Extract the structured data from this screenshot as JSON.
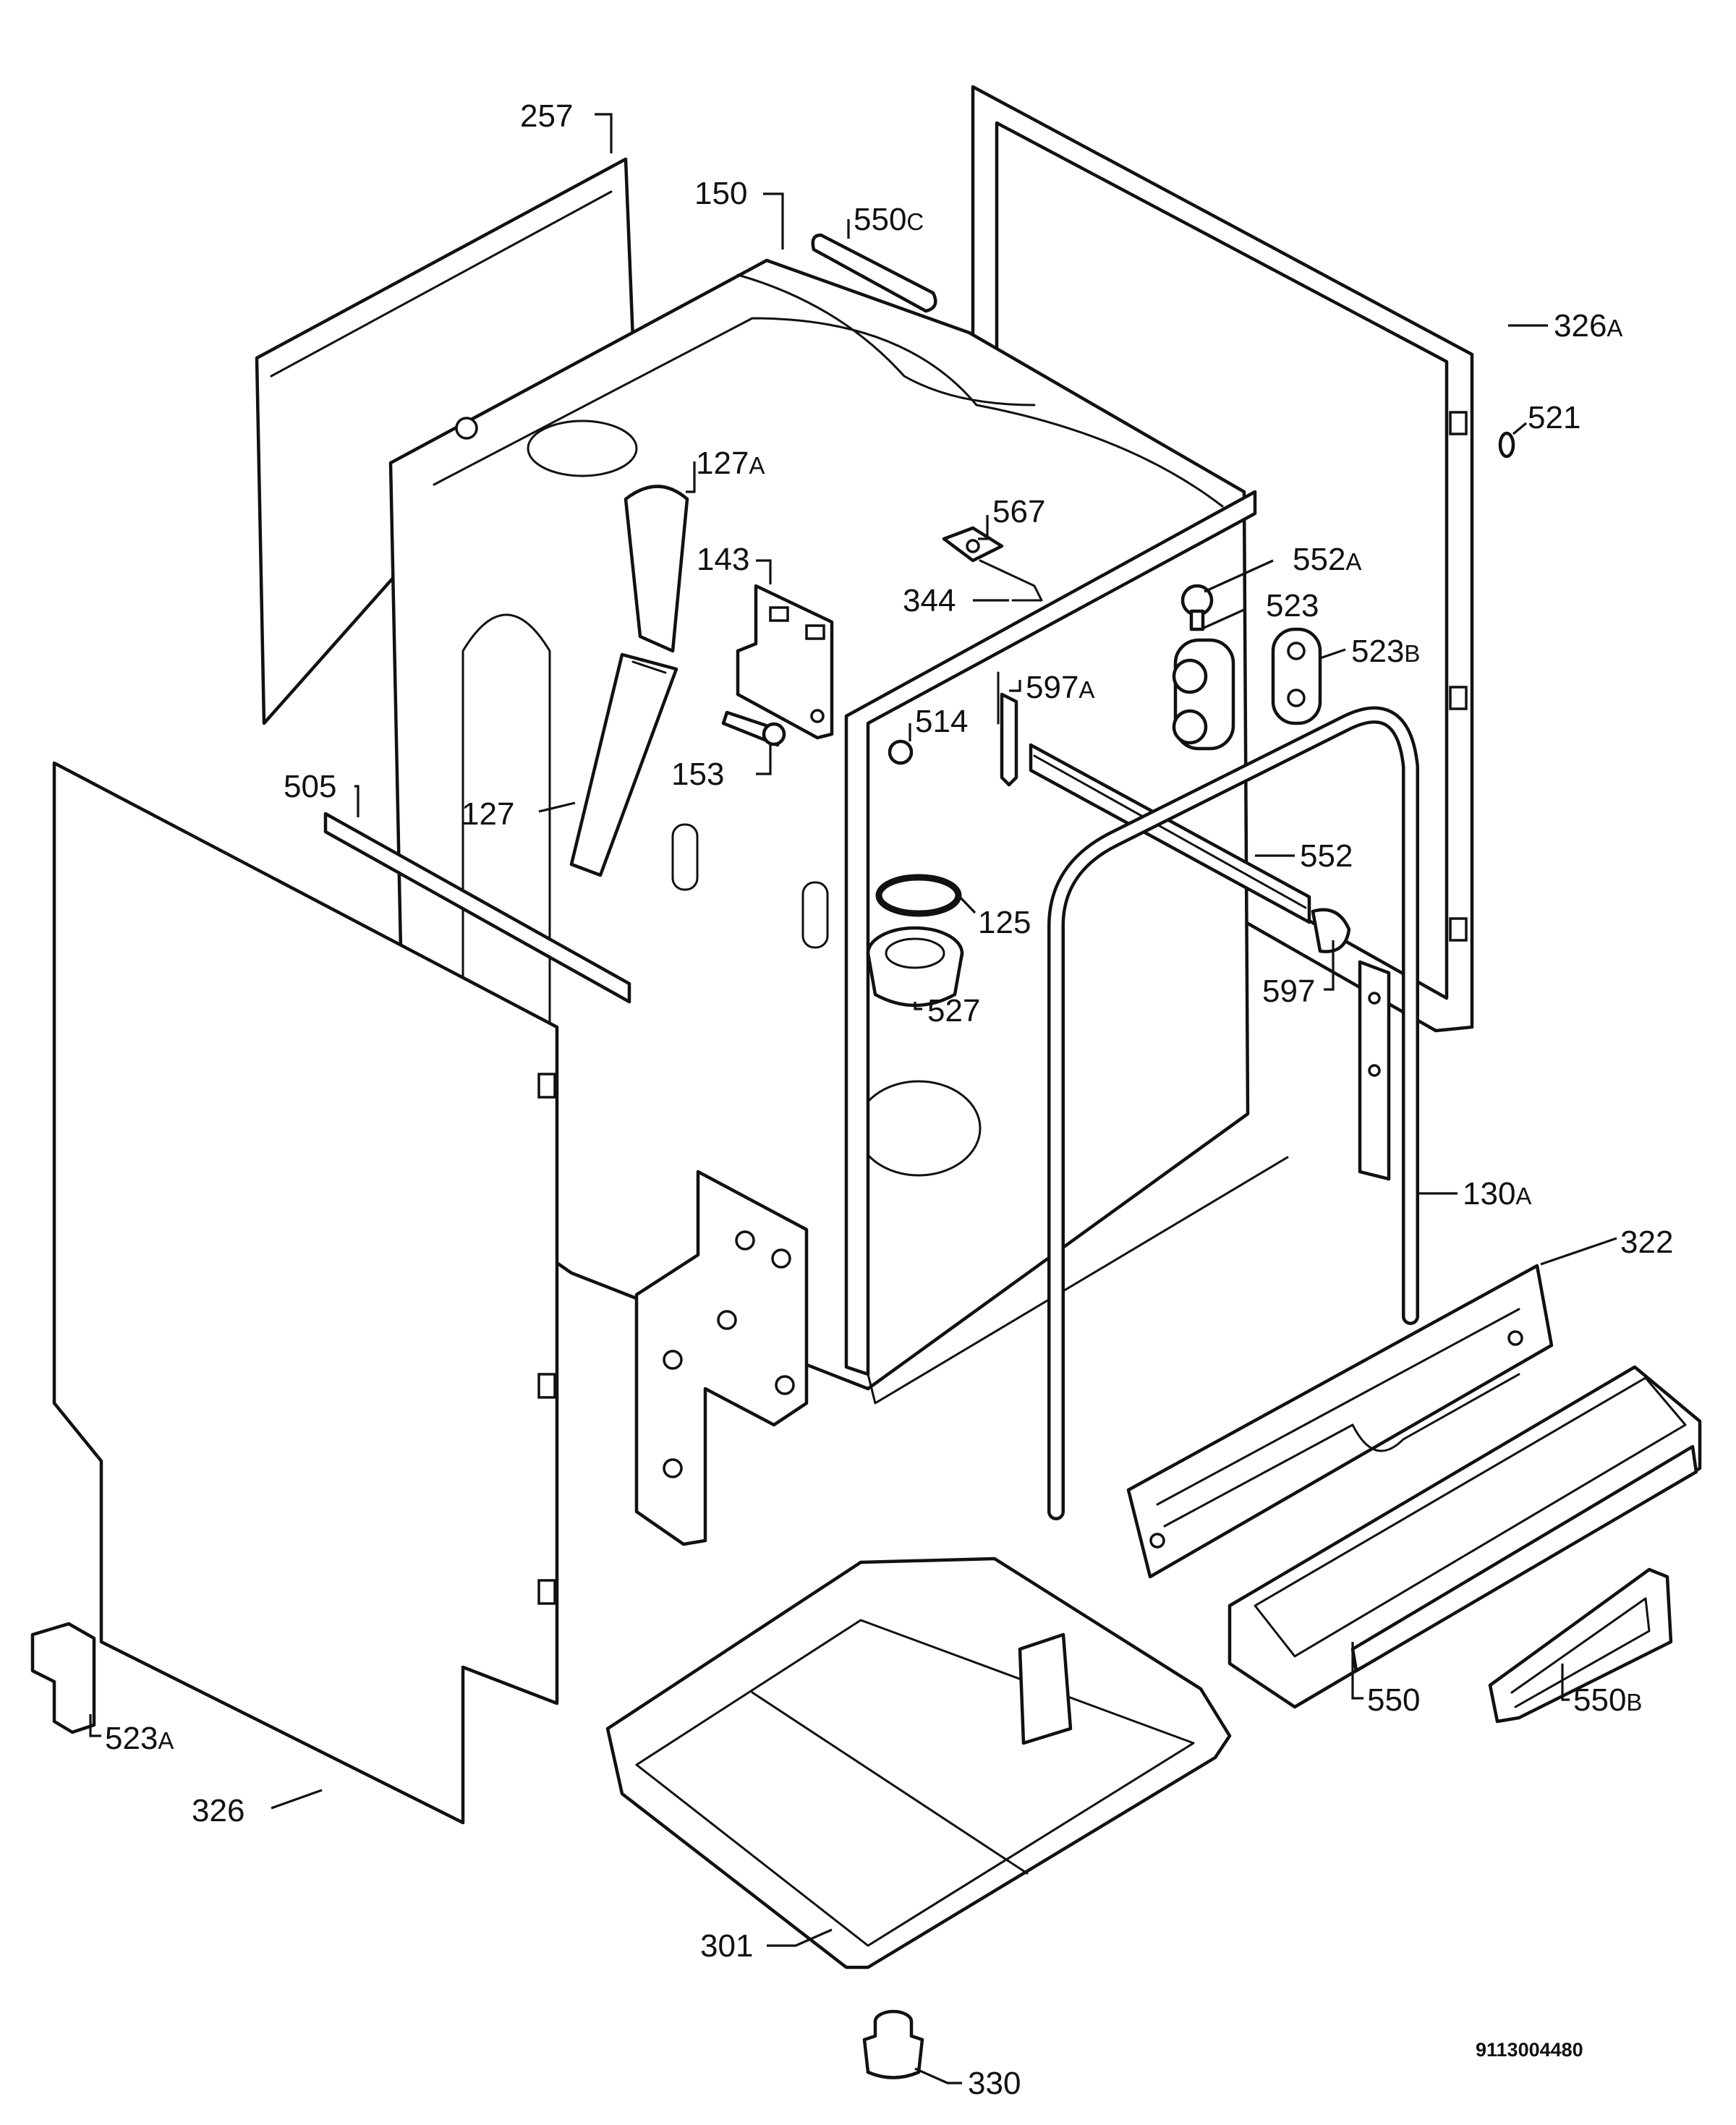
{
  "diagram": {
    "document_number": "9113004480",
    "parts": [
      {
        "id": "p257",
        "number": "257",
        "suffix": ""
      },
      {
        "id": "p150",
        "number": "150",
        "suffix": ""
      },
      {
        "id": "p550c",
        "number": "550",
        "suffix": "C"
      },
      {
        "id": "p326a",
        "number": "326",
        "suffix": "A"
      },
      {
        "id": "p521",
        "number": "521",
        "suffix": ""
      },
      {
        "id": "p127a",
        "number": "127",
        "suffix": "A"
      },
      {
        "id": "p567",
        "number": "567",
        "suffix": ""
      },
      {
        "id": "p143",
        "number": "143",
        "suffix": ""
      },
      {
        "id": "p344",
        "number": "344",
        "suffix": ""
      },
      {
        "id": "p552a",
        "number": "552",
        "suffix": "A"
      },
      {
        "id": "p523",
        "number": "523",
        "suffix": ""
      },
      {
        "id": "p523b",
        "number": "523",
        "suffix": "B"
      },
      {
        "id": "p597a",
        "number": "597",
        "suffix": "A"
      },
      {
        "id": "p514",
        "number": "514",
        "suffix": ""
      },
      {
        "id": "p153",
        "number": "153",
        "suffix": ""
      },
      {
        "id": "p505",
        "number": "505",
        "suffix": ""
      },
      {
        "id": "p127",
        "number": "127",
        "suffix": ""
      },
      {
        "id": "p552",
        "number": "552",
        "suffix": ""
      },
      {
        "id": "p125",
        "number": "125",
        "suffix": ""
      },
      {
        "id": "p597",
        "number": "597",
        "suffix": ""
      },
      {
        "id": "p527",
        "number": "527",
        "suffix": ""
      },
      {
        "id": "p130a",
        "number": "130",
        "suffix": "A"
      },
      {
        "id": "p322",
        "number": "322",
        "suffix": ""
      },
      {
        "id": "p550",
        "number": "550",
        "suffix": ""
      },
      {
        "id": "p550b",
        "number": "550",
        "suffix": "B"
      },
      {
        "id": "p523a",
        "number": "523",
        "suffix": "A"
      },
      {
        "id": "p326",
        "number": "326",
        "suffix": ""
      },
      {
        "id": "p301",
        "number": "301",
        "suffix": ""
      },
      {
        "id": "p330",
        "number": "330",
        "suffix": ""
      }
    ]
  }
}
